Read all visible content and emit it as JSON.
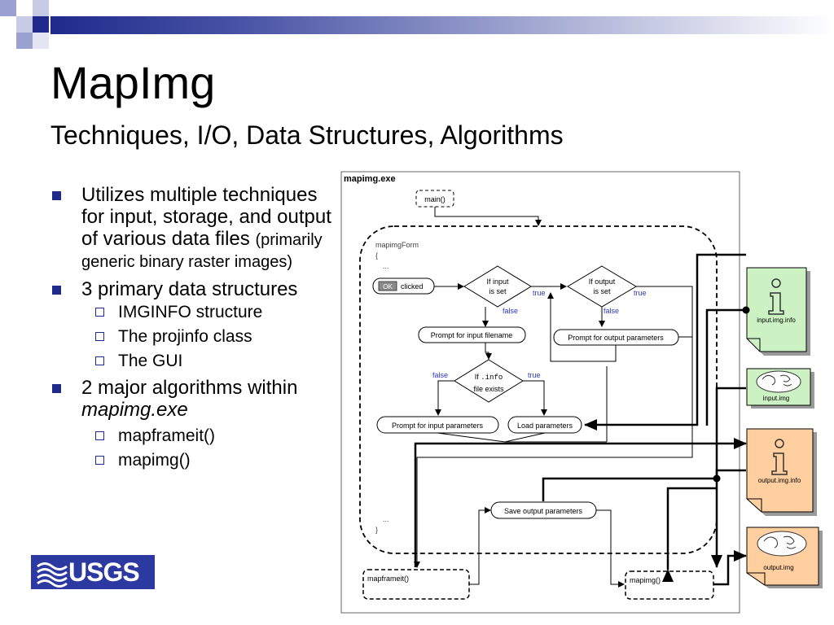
{
  "slide": {
    "title": "MapImg",
    "subtitle": "Techniques, I/O, Data Structures, Algorithms",
    "logo_text": "USGS"
  },
  "bullets": {
    "b1_main": "Utilizes multiple techniques for input, storage, and output of various data files",
    "b1_small": "(primarily generic binary raster images)",
    "b2_main": "3 primary data structures",
    "b2_subs": [
      "IMGINFO structure",
      "The projinfo class",
      "The GUI"
    ],
    "b3_main": "2 major algorithms within",
    "b3_italic": "mapimg.exe",
    "b3_subs": [
      "mapframeit()",
      "mapimg()"
    ]
  },
  "diagram": {
    "title": "mapimg.exe",
    "main": "main()",
    "form_name": "mapimgForm",
    "brace_open": "{",
    "ellipsis": "...",
    "brace_close": "}",
    "ok": "OK",
    "clicked": "clicked",
    "if_input_1": "If input",
    "if_input_2": "is set",
    "if_output_1": "If output",
    "if_output_2": "is set",
    "if_info_a": "If ",
    "if_info_b": ".info",
    "if_info_2": "file exists",
    "true": "true",
    "false": "false",
    "prompt_input_filename": "Prompt for input filename",
    "prompt_output_params": "Prompt for output parameters",
    "prompt_input_params": "Prompt for input parameters",
    "load_params": "Load parameters",
    "save_output_params": "Save output parameters",
    "mapframeit": "mapframeit()",
    "mapimg": "mapimg()",
    "files": {
      "input_info": "input.img.info",
      "input_img": "input.img",
      "output_info": "output.img.info",
      "output_img": "output.img"
    },
    "colors": {
      "green_file": "#ccf2c4",
      "orange_file": "#ffcfa0",
      "blue_label": "#2b39c4"
    }
  }
}
